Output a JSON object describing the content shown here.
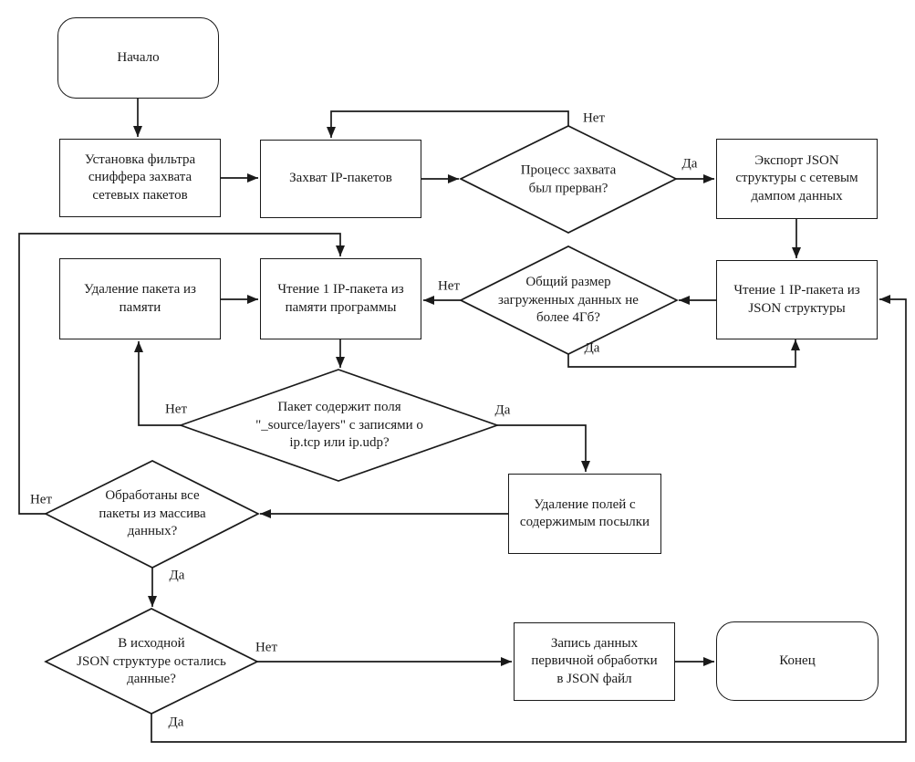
{
  "diagram": {
    "title": "Flowchart: IP packet capture and JSON pre-processing",
    "colors": {
      "line": "#1a1a1a",
      "background": "#ffffff",
      "node_fill": "#ffffff"
    },
    "nodes": {
      "start": {
        "type": "terminator",
        "label": "Начало"
      },
      "setup_filter": {
        "type": "process",
        "label": "Установка фильтра\nсниффера захвата\nсетевых пакетов"
      },
      "capture": {
        "type": "process",
        "label": "Захват IP-пакетов"
      },
      "interrupted": {
        "type": "decision",
        "label": "Процесс захвата\nбыл прерван?"
      },
      "export_json": {
        "type": "process",
        "label": "Экспорт JSON\nструктуры с сетевым\nдампом данных"
      },
      "read_json": {
        "type": "process",
        "label": "Чтение 1 IP-пакета из\nJSON структуры"
      },
      "size_check": {
        "type": "decision",
        "label": "Общий размер\nзагруженных данных не\nболее 4Гб?"
      },
      "read_memory": {
        "type": "process",
        "label": "Чтение 1 IP-пакета из\nпамяти программы"
      },
      "delete_packet": {
        "type": "process",
        "label": "Удаление пакета из\nпамяти"
      },
      "contains_fields": {
        "type": "decision",
        "label": "Пакет содержит поля\n\"_source/layers\" с записями о\nip.tcp или ip.udp?"
      },
      "delete_fields": {
        "type": "process",
        "label": "Удаление полей с\nсодержимым посылки"
      },
      "all_processed": {
        "type": "decision",
        "label": "Обработаны все\nпакеты из массива\nданных?"
      },
      "json_remaining": {
        "type": "decision",
        "label": "В исходной\nJSON структуре остались\nданные?"
      },
      "write_json": {
        "type": "process",
        "label": "Запись данных\nпервичной обработки\nв JSON файл"
      },
      "end": {
        "type": "terminator",
        "label": "Конец"
      }
    },
    "edge_labels": {
      "interrupted_no": "Нет",
      "interrupted_yes": "Да",
      "size_no": "Нет",
      "size_yes": "Да",
      "contains_no": "Нет",
      "contains_yes": "Да",
      "all_no": "Нет",
      "all_yes": "Да",
      "json_no": "Нет",
      "json_yes": "Да"
    }
  }
}
